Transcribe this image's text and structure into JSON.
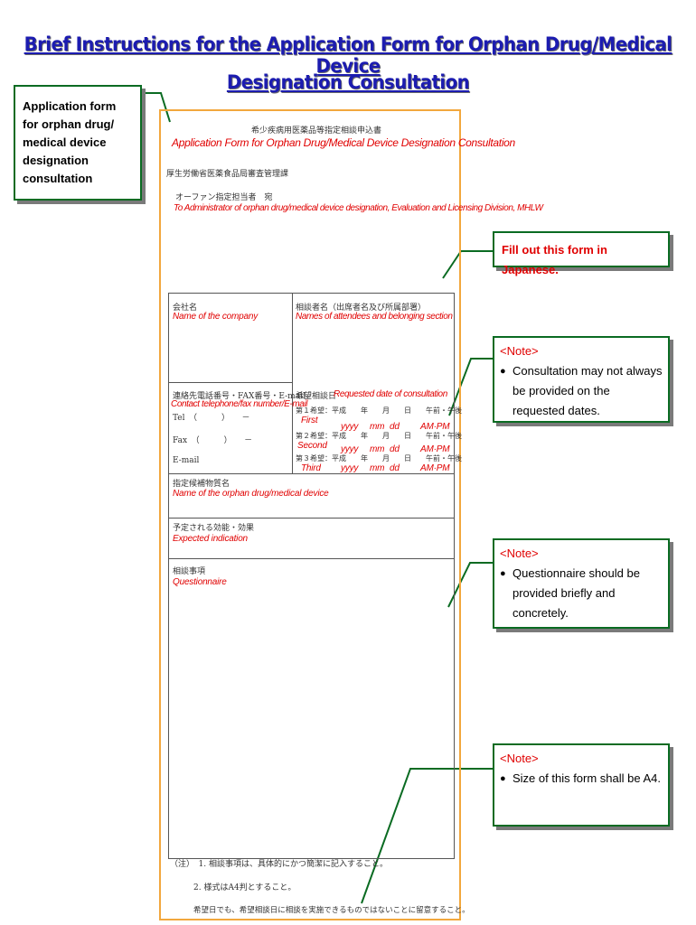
{
  "title": {
    "line1": "Brief Instructions for the Application Form for Orphan Drug/Medical Device",
    "line2": "Designation Consultation"
  },
  "callouts": {
    "application_form": "Application form for orphan drug/ medical device designation consultation",
    "fill_out": "Fill out this form in Japanese.",
    "note_label": "<Note>",
    "note1": "Consultation may not always be provided on the requested dates.",
    "note2": "Questionnaire should be provided briefly and concretely.",
    "note3": "Size of this form shall be A4.",
    "bullet": "●"
  },
  "form": {
    "jp_title": "希少疾病用医薬品等指定相談申込書",
    "title_en": "Application Form for Orphan Drug/Medical Device Designation Consultation",
    "jp_ministry": "厚生労働省医薬食品局審査管理課",
    "jp_addressee": "オーファン指定担当者　宛",
    "addressee_en": "To Administrator of orphan drug/medical device designation, Evaluation and Licensing Division, MHLW",
    "company": {
      "jp": "会社名",
      "en": "Name of the company"
    },
    "attendees": {
      "jp": "相談者名（出席者名及び所属部署）",
      "en": "Names of attendees and belonging section"
    },
    "contact": {
      "jp": "連絡先電話番号・FAX番号・E-mail",
      "en": "Contact telephone/fax number/E-mail",
      "tel": "Tel　（　　　）　　－",
      "fax": "Fax　（　　　）　　－",
      "email": "E-mail"
    },
    "dates": {
      "jp": "希望相談日",
      "en": "Requested date of consultation",
      "rows": [
        {
          "jp": "第１希望：平成　　年　　月　　日　　午前・午後",
          "label": "First",
          "yyyy": "yyyy",
          "mm": "mm",
          "dd": "dd",
          "ampm": "AM·PM"
        },
        {
          "jp": "第２希望：平成　　年　　月　　日　　午前・午後",
          "label": "Second",
          "yyyy": "yyyy",
          "mm": "mm",
          "dd": "dd",
          "ampm": "AM·PM"
        },
        {
          "jp": "第３希望：平成　　年　　月　　日　　午前・午後",
          "label": "Third",
          "yyyy": "yyyy",
          "mm": "mm",
          "dd": "dd",
          "ampm": "AM·PM"
        }
      ]
    },
    "product": {
      "jp": "指定候補物質名",
      "en": "Name of the orphan drug/medical device"
    },
    "indication": {
      "jp": "予定される効能・効果",
      "en": "Expected indication"
    },
    "questionnaire": {
      "jp": "相談事項",
      "en": "Questionnaire"
    },
    "notes": [
      "（注）　1. 相談事項は、具体的にかつ簡潔に記入すること。",
      "2. 様式はA4判とすること。",
      "希望日でも、希望相談日に相談を実施できるものではないことに留意すること。"
    ]
  },
  "colors": {
    "title": "#1c1cb0",
    "callout_border": "#0a6b22",
    "form_border": "#f2a73d",
    "red_text": "#e00000"
  }
}
